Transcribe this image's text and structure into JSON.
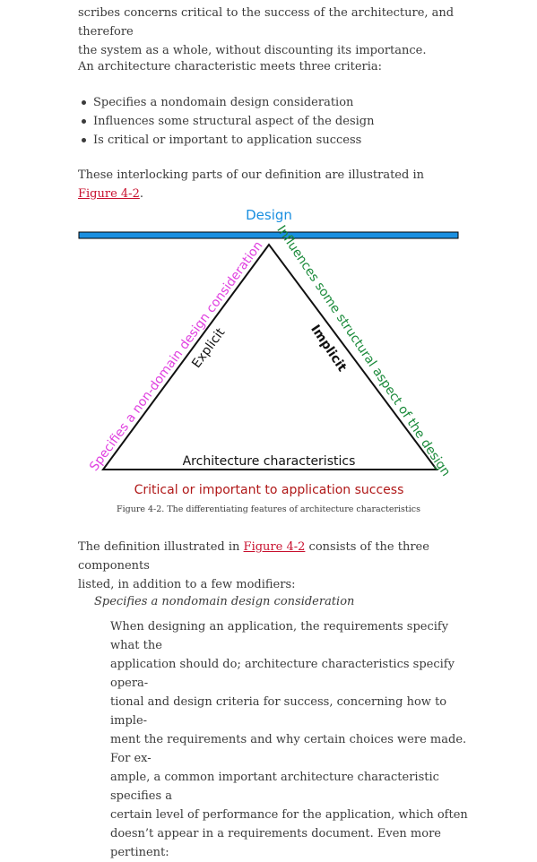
{
  "intro": {
    "line1": "scribes concerns critical to the success of the architecture, and therefore",
    "line2": "the system as a whole, without discounting its importance."
  },
  "criteria_intro": "An architecture characteristic meets three criteria:",
  "bullets": [
    "Specifies a nondomain design consideration",
    "Influences some structural aspect of the design",
    "Is critical or important to application success"
  ],
  "interlock": {
    "before": "These interlocking parts of our definition are illustrated in ",
    "link": "Figure 4-2",
    "after": "."
  },
  "figure": {
    "top_label": "Design",
    "left_side_label": "Specifies a non-domain design consideration",
    "left_inner_label": "Explicit",
    "right_side_label": "Influences some structural aspect of the design",
    "right_inner_label": "Implicit",
    "base_label": "Architecture characteristics",
    "bottom_label": "Critical or important to application success",
    "colors": {
      "design": "#1a8fe0",
      "bar": "#1a8fe0",
      "left": "#e040e0",
      "right": "#1a8a3a",
      "bottom": "#b01818",
      "lines": "#111111"
    }
  },
  "caption": "Figure 4-2. The differentiating features of architecture characteristics",
  "definition": {
    "before": "The definition illustrated in ",
    "link": "Figure 4-2",
    "after": " consists of the three components",
    "line2": "listed, in addition to a few modifiers:"
  },
  "term": "Specifies a nondomain design consideration",
  "body_lines": [
    "When designing an application, the requirements specify what the",
    "application should do; architecture characteristics specify opera-",
    "tional and design criteria for success, concerning how to imple-",
    "ment the requirements and why certain choices were made. For ex-",
    "ample, a common important architecture characteristic specifies a",
    "certain level of performance for the application, which often",
    "doesn’t appear in a requirements document. Even more pertinent:"
  ]
}
